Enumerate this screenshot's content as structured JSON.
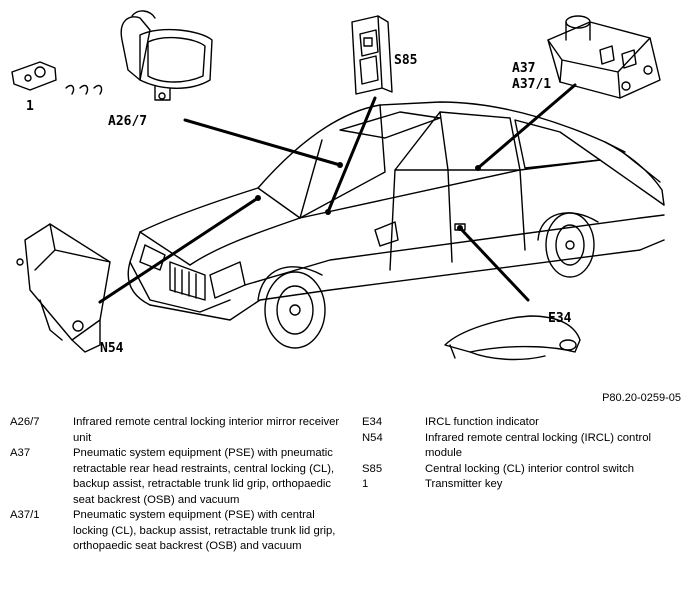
{
  "figure": {
    "reference": "P80.20-0259-05",
    "callouts": {
      "transmitter": "1",
      "mirror": "A26/7",
      "switch": "S85",
      "pse_a": "A37",
      "pse_b": "A37/1",
      "indicator": "E34",
      "module": "N54"
    }
  },
  "legend": {
    "left": [
      {
        "code": "A26/7",
        "desc": "Infrared remote central locking interior mirror receiver unit"
      },
      {
        "code": "A37",
        "desc": "Pneumatic system equipment (PSE) with pneumatic retractable rear head restraints, central locking (CL), backup assist, retractable trunk lid grip, orthopaedic seat backrest (OSB) and vacuum"
      },
      {
        "code": "A37/1",
        "desc": "Pneumatic system equipment (PSE) with central locking (CL), backup assist, retractable trunk lid grip, orthopaedic seat backrest (OSB) and vacuum"
      }
    ],
    "right": [
      {
        "code": "E34",
        "desc": "IRCL function indicator"
      },
      {
        "code": "N54",
        "desc": "Infrared remote central locking (IRCL) control module"
      },
      {
        "code": "S85",
        "desc": "Central locking (CL) interior control switch"
      },
      {
        "code": "1",
        "desc": "Transmitter key"
      }
    ]
  }
}
